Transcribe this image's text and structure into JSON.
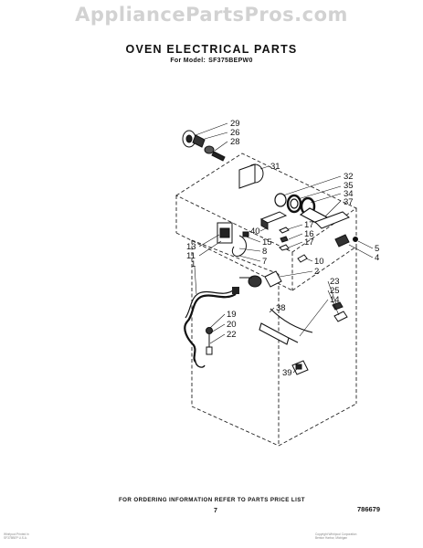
{
  "watermark": "AppliancePartsPros.com",
  "title": "OVEN ELECTRICAL PARTS",
  "model_label": "For Model:",
  "model_number": "SF375BEPW0",
  "callouts": [
    "29",
    "26",
    "28",
    "31",
    "32",
    "35",
    "34",
    "37",
    "40",
    "17",
    "16",
    "17",
    "15",
    "8",
    "7",
    "13",
    "11",
    "5",
    "4",
    "10",
    "2",
    "23",
    "25",
    "14",
    "1",
    "38",
    "19",
    "20",
    "22",
    "39"
  ],
  "footer": {
    "ordering_info": "FOR ORDERING INFORMATION REFER TO PARTS PRICE LIST",
    "page_number": "7",
    "document_number": "786679"
  },
  "fine_print": {
    "left_line1": "Whirlpool  Printed in",
    "left_line2": "SF375BEP  U.S.A.",
    "right_line1": "Copyright  Whirlpool Corporation",
    "right_line2": "Benton Harbor, Michigan"
  }
}
